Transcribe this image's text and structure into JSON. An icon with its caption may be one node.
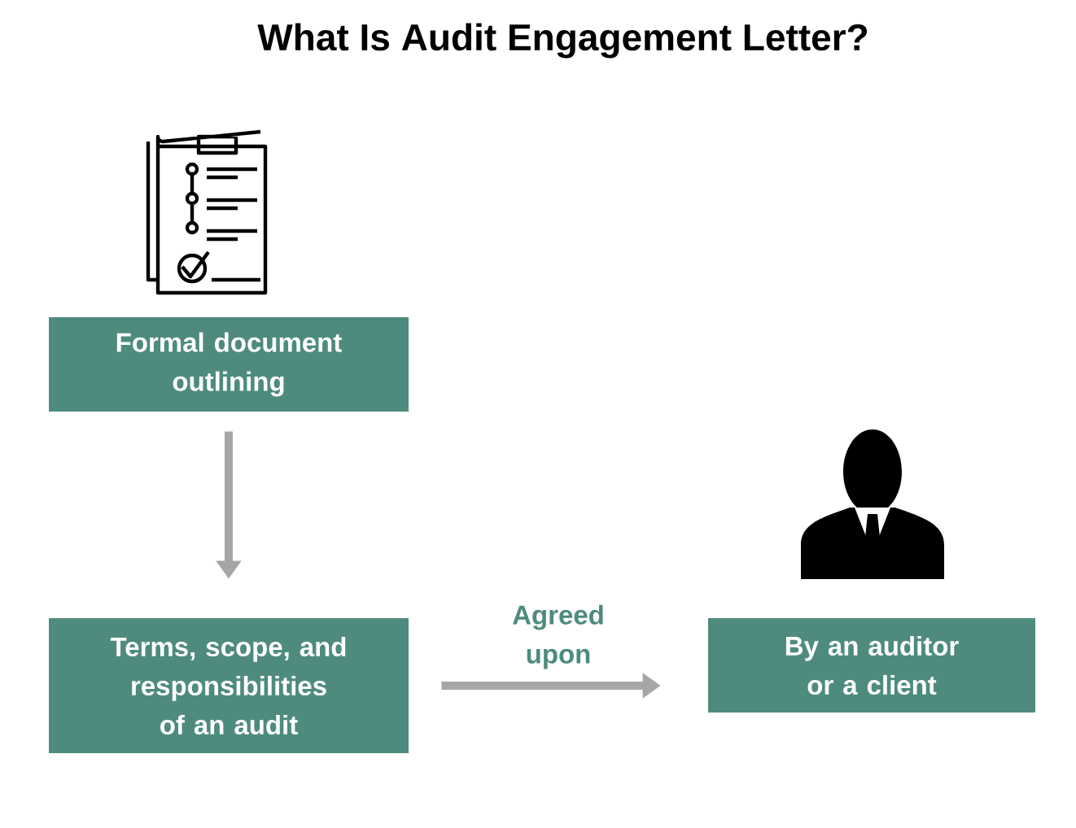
{
  "diagram": {
    "title": "What Is Audit Engagement Letter?",
    "nodes": [
      {
        "text": [
          "Formal document outlining"
        ]
      },
      {
        "text": [
          "Terms, scope, and responsibilities of an audit"
        ]
      },
      {
        "text": [
          "By an auditor or a client"
        ]
      }
    ],
    "edges": [
      {
        "from": 0,
        "to": 1,
        "arrow": "to"
      },
      {
        "from": 1,
        "to": 2,
        "arrow": "to",
        "label": "Agreed upon"
      }
    ]
  }
}
